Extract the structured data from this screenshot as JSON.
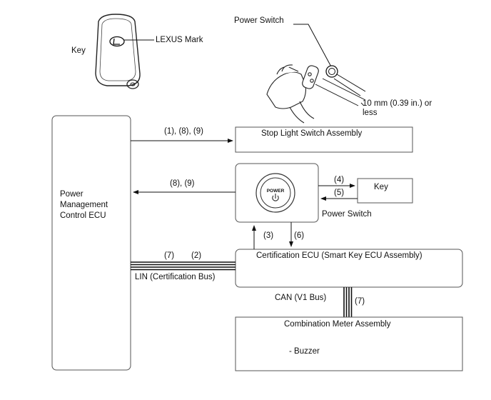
{
  "key_illustration": {
    "key_label": "Key",
    "mark_label": "LEXUS Mark",
    "logo_letter": "L"
  },
  "switch_illustration": {
    "title": "Power Switch",
    "distance_label_line1": "10 mm (0.39 in.) or",
    "distance_label_line2": "less"
  },
  "blocks": {
    "pm_ecu": [
      "Power",
      "Management",
      "Control ECU"
    ],
    "stop_light": "Stop Light Switch Assembly",
    "power_button_text": "POWER",
    "power_switch_label": "Power Switch",
    "key_box": "Key",
    "certification_ecu": "Certification ECU (Smart Key ECU Assembly)",
    "combination_meter": "Combination Meter Assembly",
    "buzzer": "- Buzzer"
  },
  "signals": {
    "pm_to_stop": "(1), (8), (9)",
    "switch_to_pm": "(8), (9)",
    "switch_to_key": "(4)",
    "key_to_switch": "(5)",
    "cert_to_switch": "(3)",
    "switch_to_cert": "(6)",
    "lin_7": "(7)",
    "lin_2": "(2)",
    "can_7": "(7)"
  },
  "bus_labels": {
    "lin": "LIN (Certification Bus)",
    "can": "CAN (V1 Bus)"
  },
  "icons": [
    "lexus-logo-icon",
    "power-symbol-icon",
    "hand-holding-key-icon"
  ]
}
